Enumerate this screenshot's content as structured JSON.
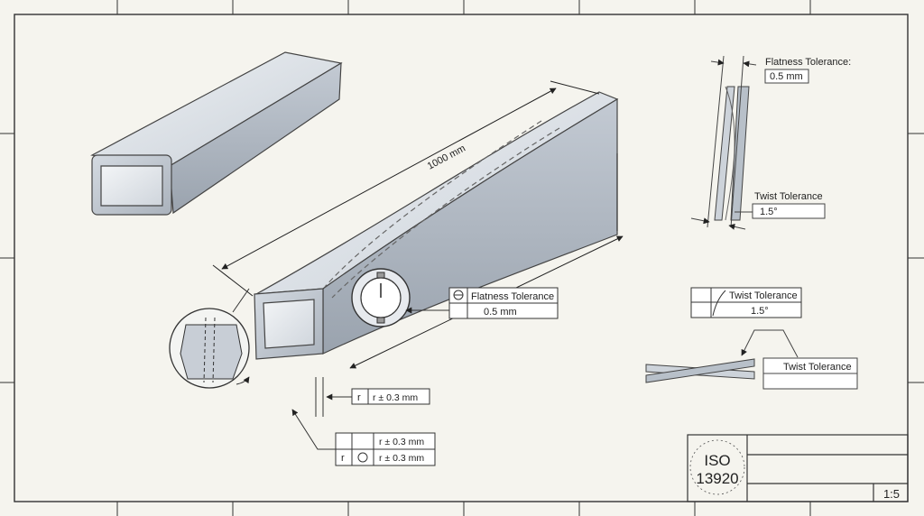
{
  "dimensions": {
    "length": "1000 mm",
    "radius_tol_1": "r ± 0.3 mm",
    "radius_tol_2": "r ± 0.3 mm",
    "radius_tol_3": "r ± 0.3 mm",
    "r_symbol": "r"
  },
  "callouts": {
    "flatness_main_label": "Flatness Tolerance",
    "flatness_main_value": "0.5 mm",
    "flatness_top_label": "Flatness Tolerance:",
    "flatness_top_value": "0.5 mm",
    "twist_upper_label": "Twist Tolerance",
    "twist_upper_value": "1.5°",
    "twist_mid_label": "Twist Tolerance",
    "twist_mid_value": "1.5°",
    "twist_lower_label": "Twist Tolerance"
  },
  "title_block": {
    "logo_line1": "ISO",
    "logo_line2": "13920",
    "scale": "1:5"
  },
  "colors": {
    "paper": "#f5f4ee",
    "line": "#333333",
    "steel_light": "#dfe4ea",
    "steel_mid": "#b8c0c9",
    "steel_dark": "#8f98a3"
  }
}
